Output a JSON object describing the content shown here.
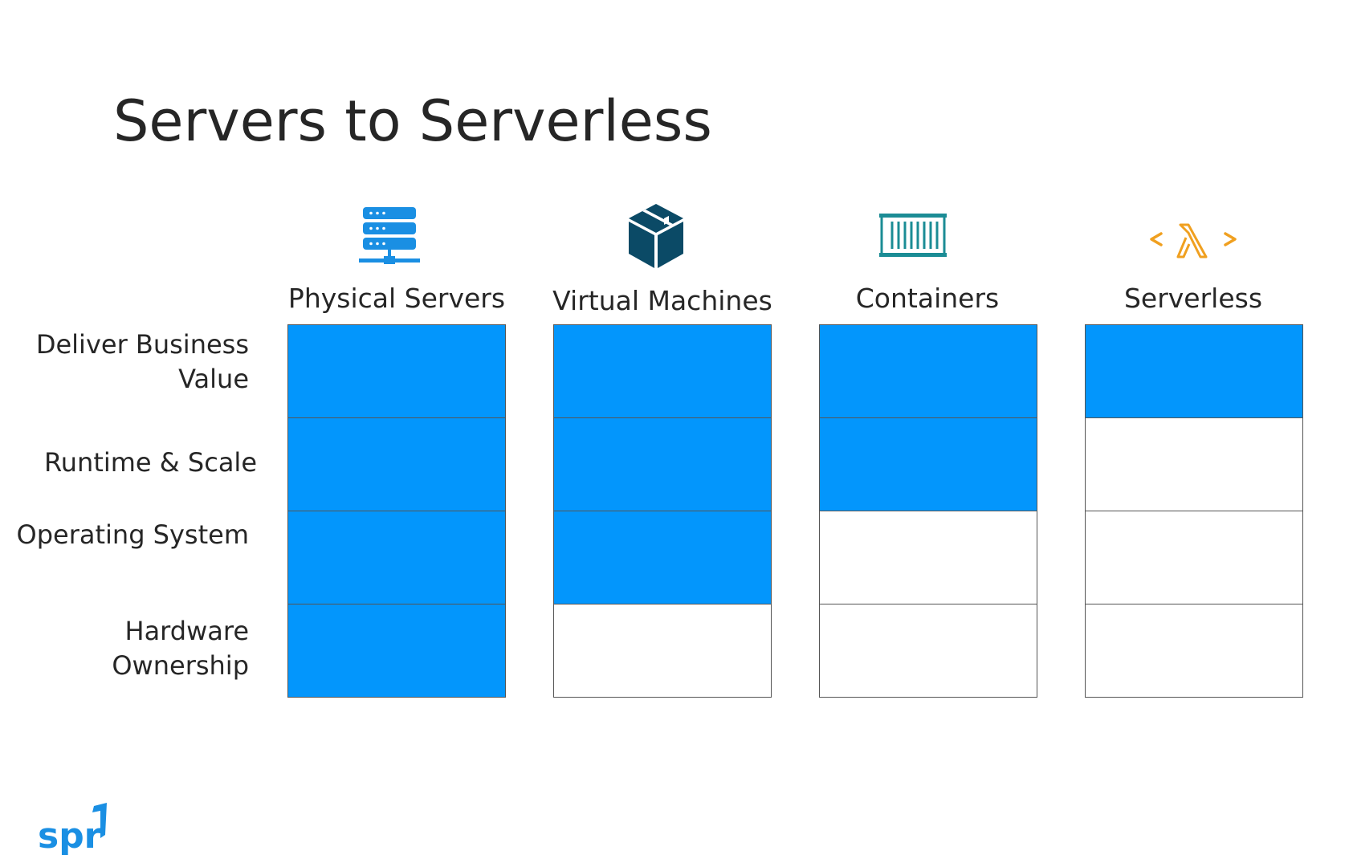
{
  "title": "Servers to Serverless",
  "colors": {
    "filled": "#0396fc",
    "empty": "#ffffff"
  },
  "columns": [
    {
      "label": "Physical Servers",
      "icon": "server-rack-icon",
      "icon_color": "#1a8fe3"
    },
    {
      "label": "Virtual Machines",
      "icon": "box-icon",
      "icon_color": "#0b4a66"
    },
    {
      "label": "Containers",
      "icon": "shipping-container-icon",
      "icon_color": "#1b8c95"
    },
    {
      "label": "Serverless",
      "icon": "lambda-icon",
      "icon_color": "#f0a020"
    }
  ],
  "rows": [
    {
      "label": "Deliver Business Value"
    },
    {
      "label": "Runtime & Scale"
    },
    {
      "label": "Operating System"
    },
    {
      "label": "Hardware Ownership"
    }
  ],
  "managed_layers_per_column": [
    4,
    3,
    2,
    1
  ],
  "logo": {
    "text": "spr",
    "color": "#1a8fe3"
  }
}
